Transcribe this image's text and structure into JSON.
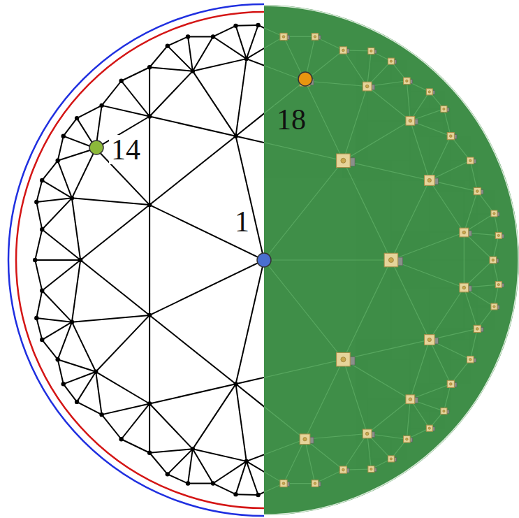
{
  "diagram": {
    "labels": [
      "18",
      "14",
      "1"
    ]
  }
}
